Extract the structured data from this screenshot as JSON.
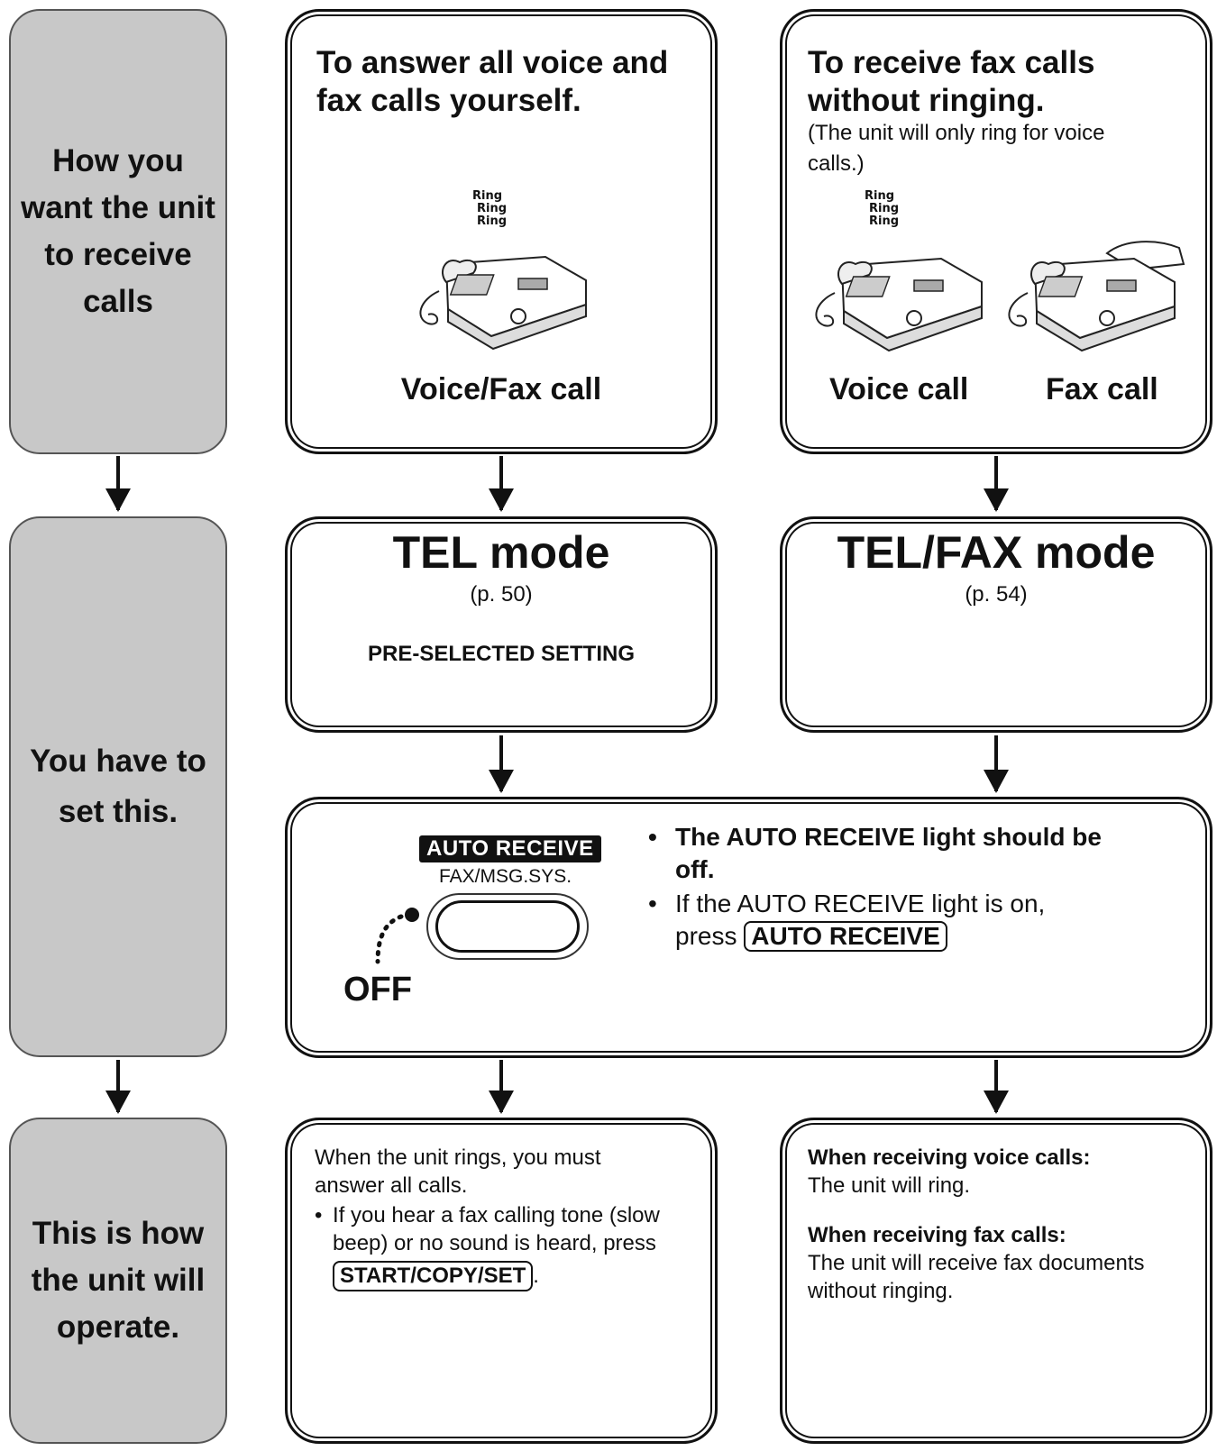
{
  "rows": {
    "row1": [
      "How you",
      "want the unit",
      "to receive",
      "calls"
    ],
    "row2": [
      "You have to",
      "set this."
    ],
    "row3": [
      "This is how",
      "the unit will",
      "operate."
    ]
  },
  "left_col": {
    "heading": [
      "To answer all voice and",
      "fax calls yourself."
    ],
    "ring_text": [
      "Ring",
      "Ring",
      "Ring"
    ],
    "caption": "Voice/Fax call",
    "mode": "TEL mode",
    "page_ref": "(p. 50)",
    "preset": "PRE-SELECTED SETTING",
    "operation": {
      "line1": "When the unit rings, you must",
      "line2": "answer all calls.",
      "bullet_line1": "If you hear a fax calling tone (slow",
      "bullet_line2": "beep) or no sound is heard, press",
      "key": "START/COPY/SET",
      "end": "."
    }
  },
  "right_col": {
    "heading": [
      "To receive fax calls",
      "without ringing."
    ],
    "note": [
      "(The unit will only ring for voice",
      "calls.)"
    ],
    "ring_text": [
      "Ring",
      "Ring",
      "Ring"
    ],
    "caption_voice": "Voice call",
    "caption_fax": "Fax call",
    "mode": "TEL/FAX mode",
    "page_ref": "(p. 54)",
    "operation": {
      "voice_title": "When receiving voice calls:",
      "voice_text": "The unit will ring.",
      "fax_title": "When receiving fax calls:",
      "fax_line1": "The unit will receive fax documents",
      "fax_line2": "without ringing."
    }
  },
  "auto_receive": {
    "label": "AUTO RECEIVE",
    "sub_label": "FAX/MSG.SYS.",
    "state": "OFF",
    "bullet1_line1": "The AUTO RECEIVE light should be",
    "bullet1_line2": "off.",
    "bullet2_line1": "If the AUTO RECEIVE light is on,",
    "bullet2_press": "press",
    "bullet2_key": "AUTO RECEIVE"
  }
}
